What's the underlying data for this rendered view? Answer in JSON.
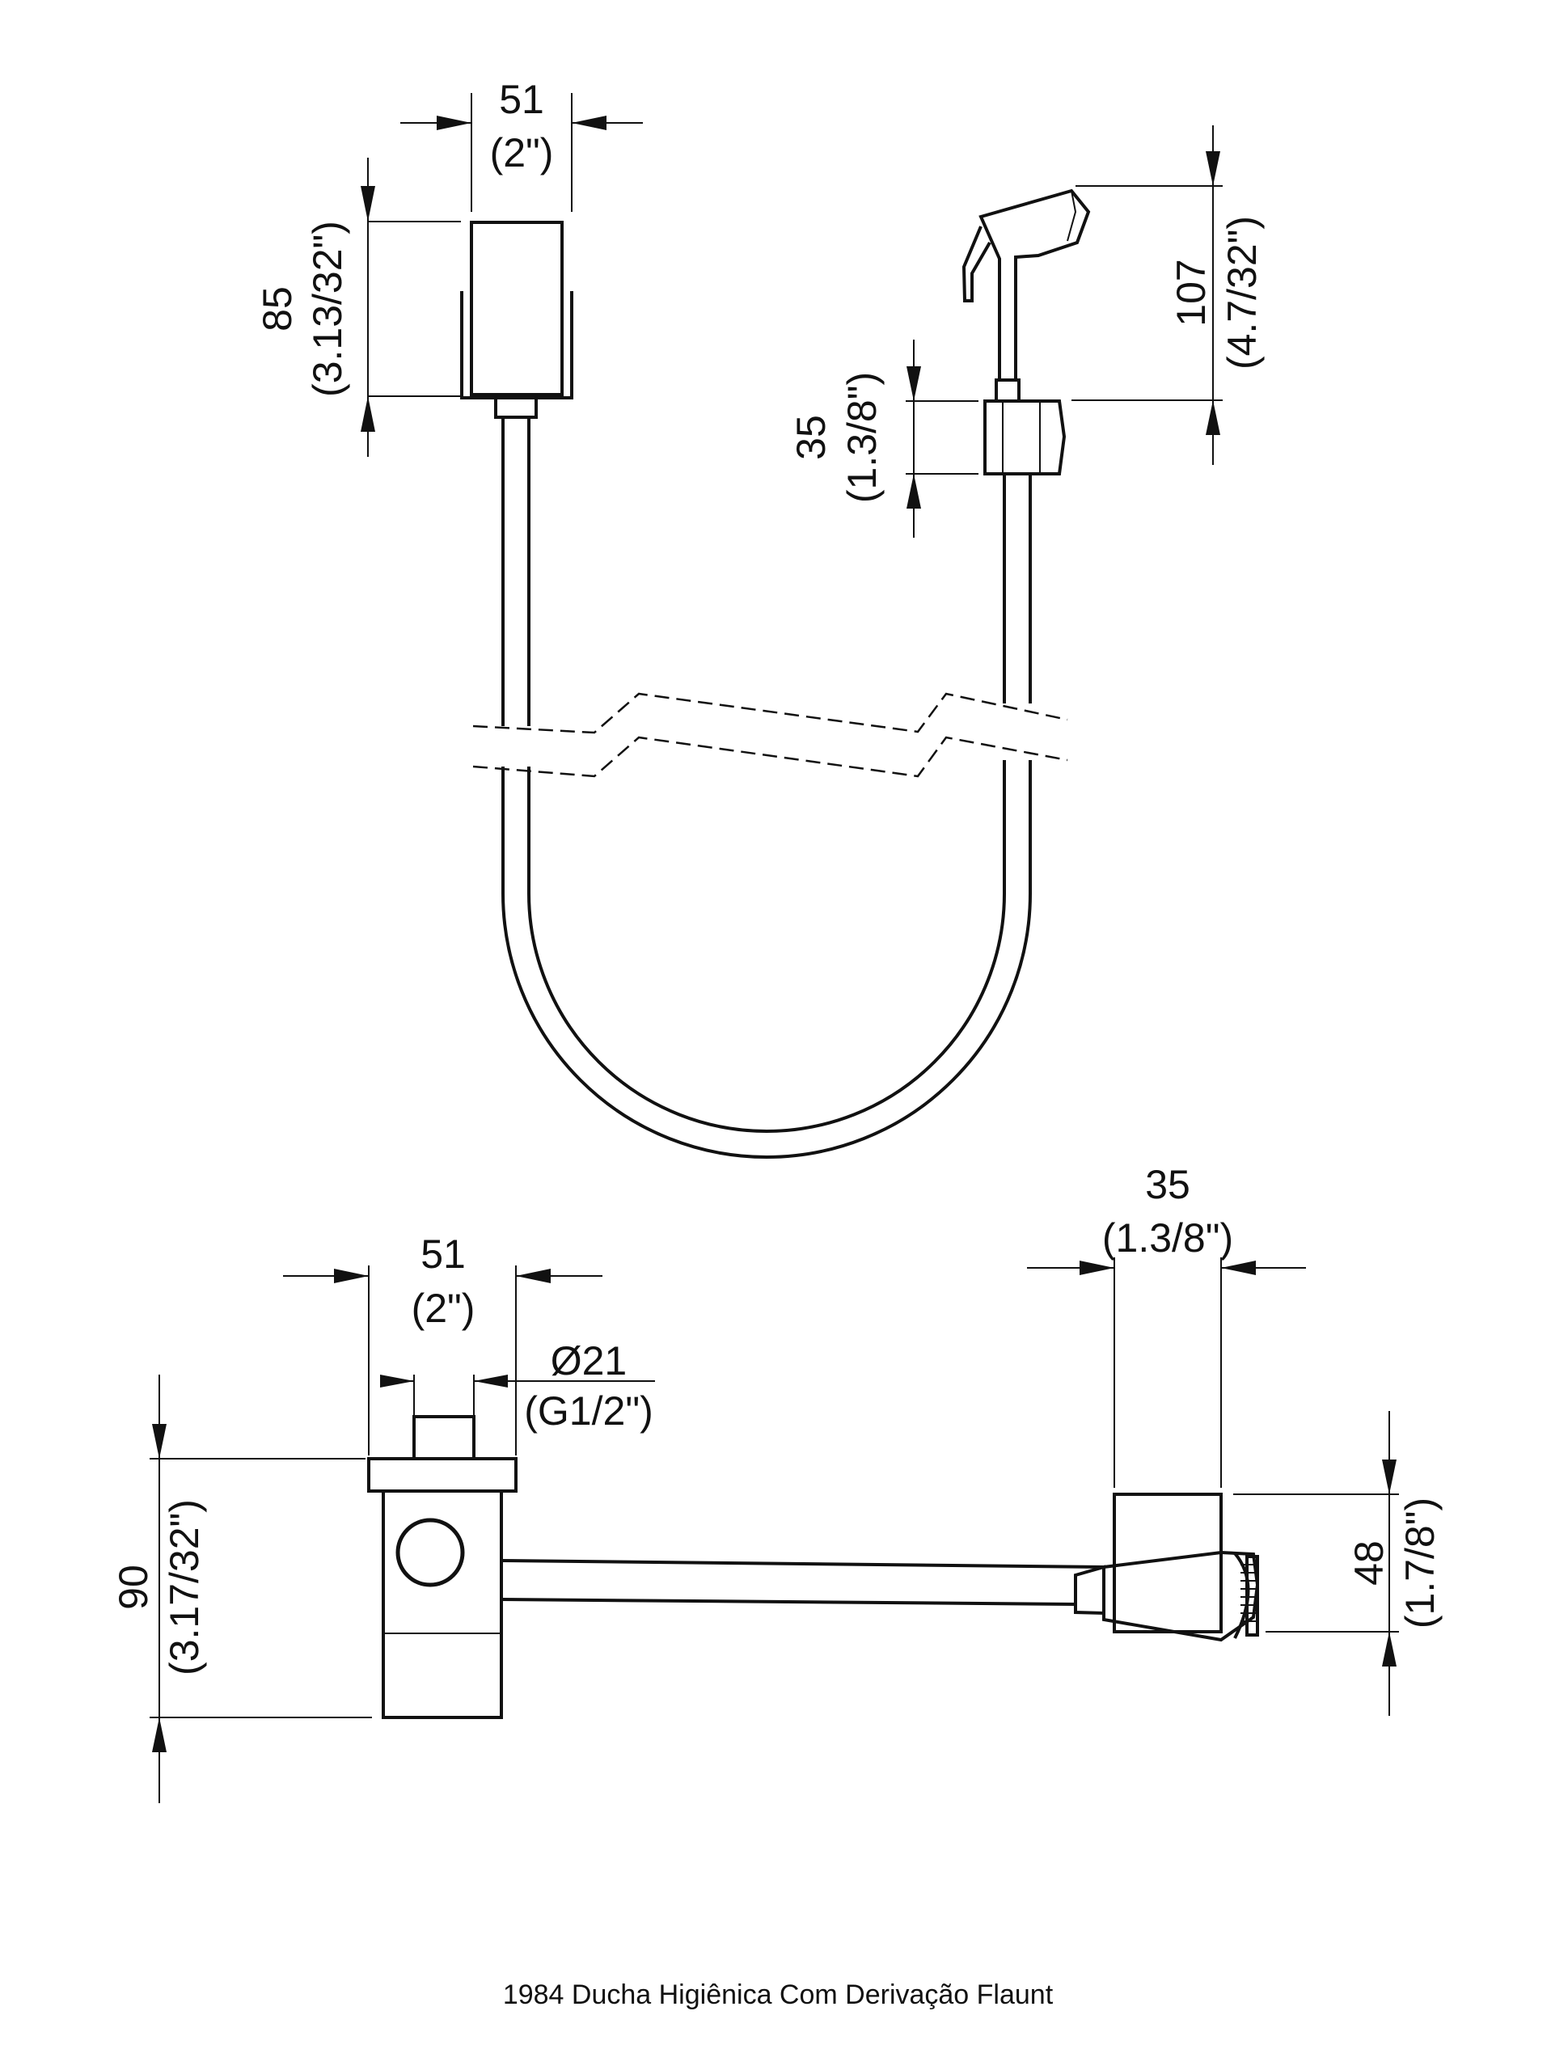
{
  "diagram": {
    "caption": "1984 Ducha Higiênica Com Derivação Flaunt",
    "dimensions": {
      "wall_outlet_width": {
        "mm": "51",
        "inch": "(2\")"
      },
      "wall_outlet_height": {
        "mm": "85",
        "inch": "(3.13/32\")"
      },
      "shower_head_height": {
        "mm": "107",
        "inch": "(4.7/32\")"
      },
      "holder_height": {
        "mm": "35",
        "inch": "(1.3/8\")"
      },
      "valve_width": {
        "mm": "51",
        "inch": "(2\")"
      },
      "inlet_diameter": {
        "mm": "Ø21",
        "inch": "(G1/2\")"
      },
      "valve_height": {
        "mm": "90",
        "inch": "(3.17/32\")"
      },
      "holder_width": {
        "mm": "35",
        "inch": "(1.3/8\")"
      },
      "holder_depth": {
        "mm": "48",
        "inch": "(1.7/8\")"
      }
    }
  }
}
